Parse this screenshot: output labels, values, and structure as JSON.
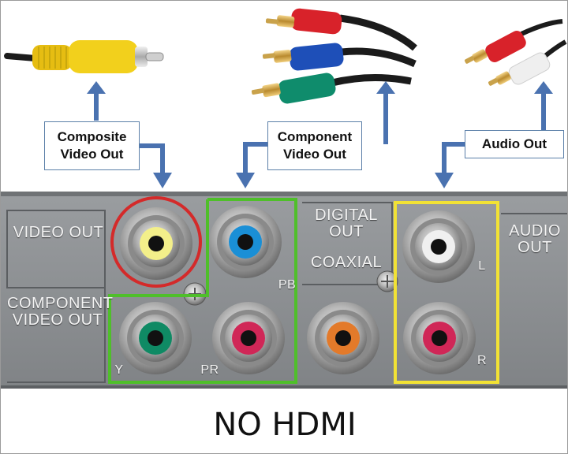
{
  "callouts": {
    "composite": [
      "Composite",
      "Video Out"
    ],
    "component": [
      "Component",
      "Video Out"
    ],
    "audio": "Audio Out"
  },
  "panel_labels": {
    "video_out": "VIDEO OUT",
    "component_video_out": [
      "COMPONENT",
      "VIDEO OUT"
    ],
    "digital_out": [
      "DIGITAL",
      "OUT"
    ],
    "coaxial": "COAXIAL",
    "audio_out": [
      "AUDIO",
      "OUT"
    ],
    "pb": "PB",
    "pr": "PR",
    "y": "Y",
    "l": "L",
    "r": "R"
  },
  "caption": "NO HDMI",
  "colors": {
    "arrow": "#4a72b0",
    "composite_ring": "#d42a2a",
    "component_box": "#4fbf2a",
    "audio_box": "#f2e234",
    "panel": "#8c8f92",
    "jack_yellow": "#f3ef8a",
    "jack_blue": "#1a8fd6",
    "jack_green": "#0f8a64",
    "jack_red": "#d02757",
    "jack_orange": "#e37a2a",
    "jack_white": "#f0f0f0"
  }
}
